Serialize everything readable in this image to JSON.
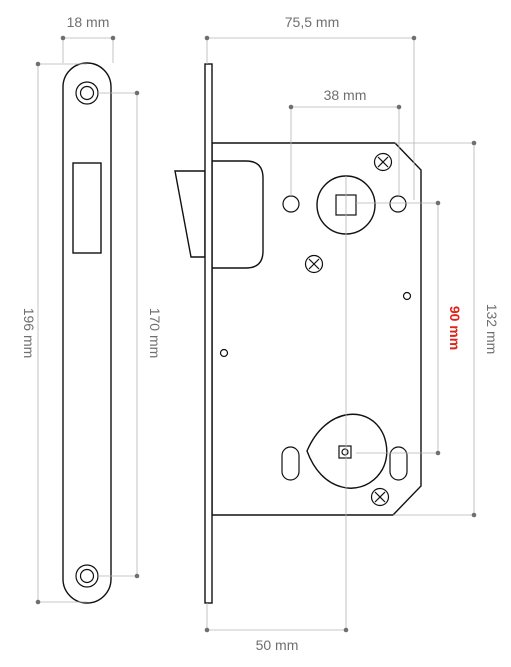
{
  "dimensions": {
    "strike_width": "18 mm",
    "total_height": "196 mm",
    "screw_spacing": "170 mm",
    "lock_depth": "75,5 mm",
    "hole_spacing": "38 mm",
    "case_height": "132 mm",
    "center_distance": "90 mm",
    "backset": "50 mm"
  },
  "colors": {
    "accent": "#e2231a",
    "dimension_text": "#6f6f6f",
    "dimension_line": "#b4b4b4",
    "outline": "#111111"
  }
}
